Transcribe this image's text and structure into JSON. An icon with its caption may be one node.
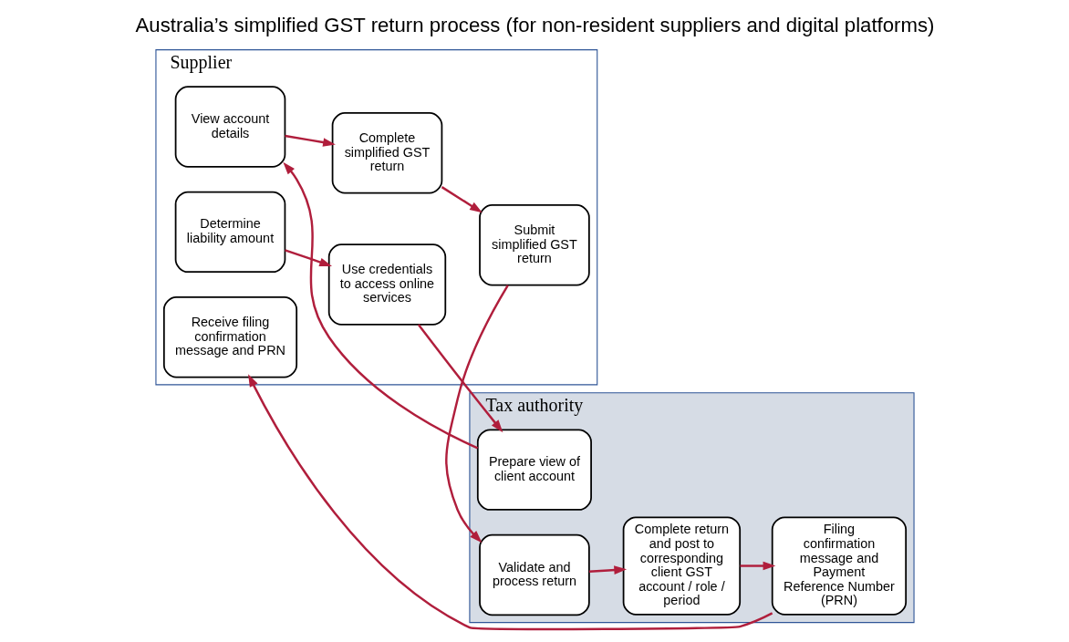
{
  "diagram": {
    "title": "Australia’s simplified GST return process (for non-resident suppliers and digital platforms)",
    "nodes": [
      {
        "text": [
          "Supplier"
        ]
      },
      {
        "text": [
          "Tax authority"
        ]
      },
      {
        "text": [
          "Determine liability amount"
        ],
        "in": 0
      },
      {
        "text": [
          "Use credentials to access online services"
        ],
        "in": 0
      },
      {
        "text": [
          "View account details"
        ],
        "in": 0
      },
      {
        "text": [
          "Complete simplified GST return"
        ],
        "in": 0
      },
      {
        "text": [
          "Submit simplified GST return"
        ],
        "in": 0
      },
      {
        "text": [
          "Receive filing confirmation message and PRN"
        ],
        "in": 0
      },
      {
        "text": [
          "Prepare view of client account"
        ],
        "in": 1
      },
      {
        "text": [
          "Validate and process return"
        ],
        "in": 1
      },
      {
        "text": [
          "Complete return and post to corresponding client GST account / role / period"
        ],
        "in": 1
      },
      {
        "text": [
          "Filing confirmation message and Payment Reference Number (PRN)"
        ],
        "in": 1
      }
    ],
    "edges": [
      {
        "from": 2,
        "to": 3,
        "arrow": "to"
      },
      {
        "from": 3,
        "to": 8,
        "arrow": "to"
      },
      {
        "from": 8,
        "to": 4,
        "arrow": "to"
      },
      {
        "from": 4,
        "to": 5,
        "arrow": "to"
      },
      {
        "from": 5,
        "to": 6,
        "arrow": "to"
      },
      {
        "from": 6,
        "to": 9,
        "arrow": "to"
      },
      {
        "from": 9,
        "to": 10,
        "arrow": "to"
      },
      {
        "from": 10,
        "to": 11,
        "arrow": "to"
      },
      {
        "from": 11,
        "to": 7,
        "arrow": "to"
      }
    ]
  }
}
